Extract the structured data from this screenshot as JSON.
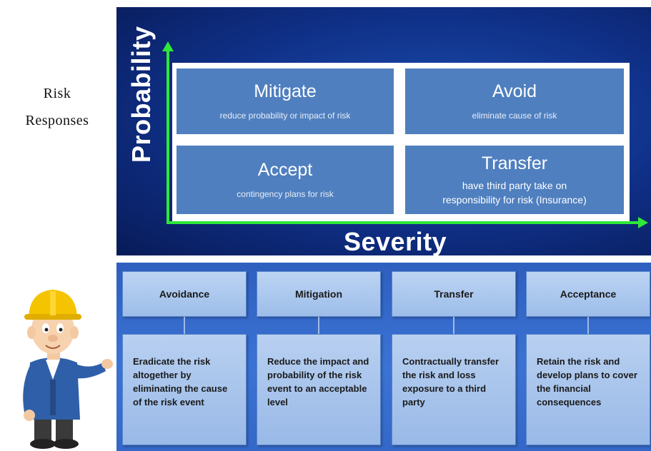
{
  "side_title": {
    "line1": "Risk",
    "line2": "Responses"
  },
  "matrix": {
    "y_axis_label": "Probability",
    "x_axis_label": "Severity",
    "cells": {
      "mitigate": {
        "title": "Mitigate",
        "desc": "reduce probability or impact of risk"
      },
      "avoid": {
        "title": "Avoid",
        "desc": "eliminate cause of risk"
      },
      "accept": {
        "title": "Accept",
        "desc": "contingency plans for risk"
      },
      "transfer": {
        "title": "Transfer",
        "desc_line1": "have third party take on",
        "desc_line2": "responsibility for risk (Insurance)"
      }
    },
    "colors": {
      "axis": "#2ee83a",
      "cell": "#4f7fbf",
      "panel": "#0f2f86"
    }
  },
  "responses": {
    "columns": [
      {
        "heading": "Avoidance",
        "body": "Eradicate the risk altogether by eliminating the cause of the risk event"
      },
      {
        "heading": "Mitigation",
        "body": "Reduce the impact and probability of the risk event to an acceptable level"
      },
      {
        "heading": "Transfer",
        "body": "Contractually transfer the risk and loss exposure to a third party"
      },
      {
        "heading": "Acceptance",
        "body": "Retain the risk and develop plans to cover the financial consequences"
      }
    ]
  },
  "mascot": {
    "icon": "construction-worker-icon",
    "helmet_color": "#f5c400",
    "shirt_color": "#2f5fa8"
  }
}
